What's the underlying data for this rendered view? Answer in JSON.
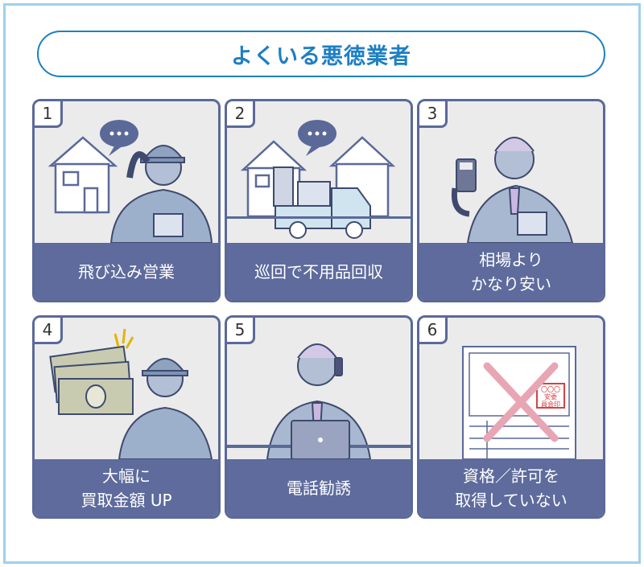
{
  "title": "よくいる悪徳業者",
  "cards": [
    {
      "number": "1",
      "lines": [
        "飛び込み営業"
      ]
    },
    {
      "number": "2",
      "lines": [
        "巡回で不用品回収"
      ]
    },
    {
      "number": "3",
      "lines": [
        "相場より",
        "かなり安い"
      ]
    },
    {
      "number": "4",
      "lines": [
        "大幅に",
        "買取金額 UP"
      ]
    },
    {
      "number": "5",
      "lines": [
        "電話勧誘"
      ]
    },
    {
      "number": "6",
      "lines": [
        "資格／許可を",
        "取得していない"
      ]
    }
  ],
  "colors": {
    "accent": "#1d7fc4",
    "card_border": "#5b6999",
    "label_bg": "#5e6b9c",
    "frame": "#9fd1ea"
  },
  "icons": [
    "speech-bubble-icon",
    "house-icon",
    "worker-icon",
    "truck-icon",
    "calculator-icon",
    "money-icon",
    "phone-icon",
    "laptop-icon",
    "cross-mark-icon"
  ],
  "license": {
    "c1": "〇〇〇",
    "c2": "安委",
    "c3": "員会印"
  }
}
